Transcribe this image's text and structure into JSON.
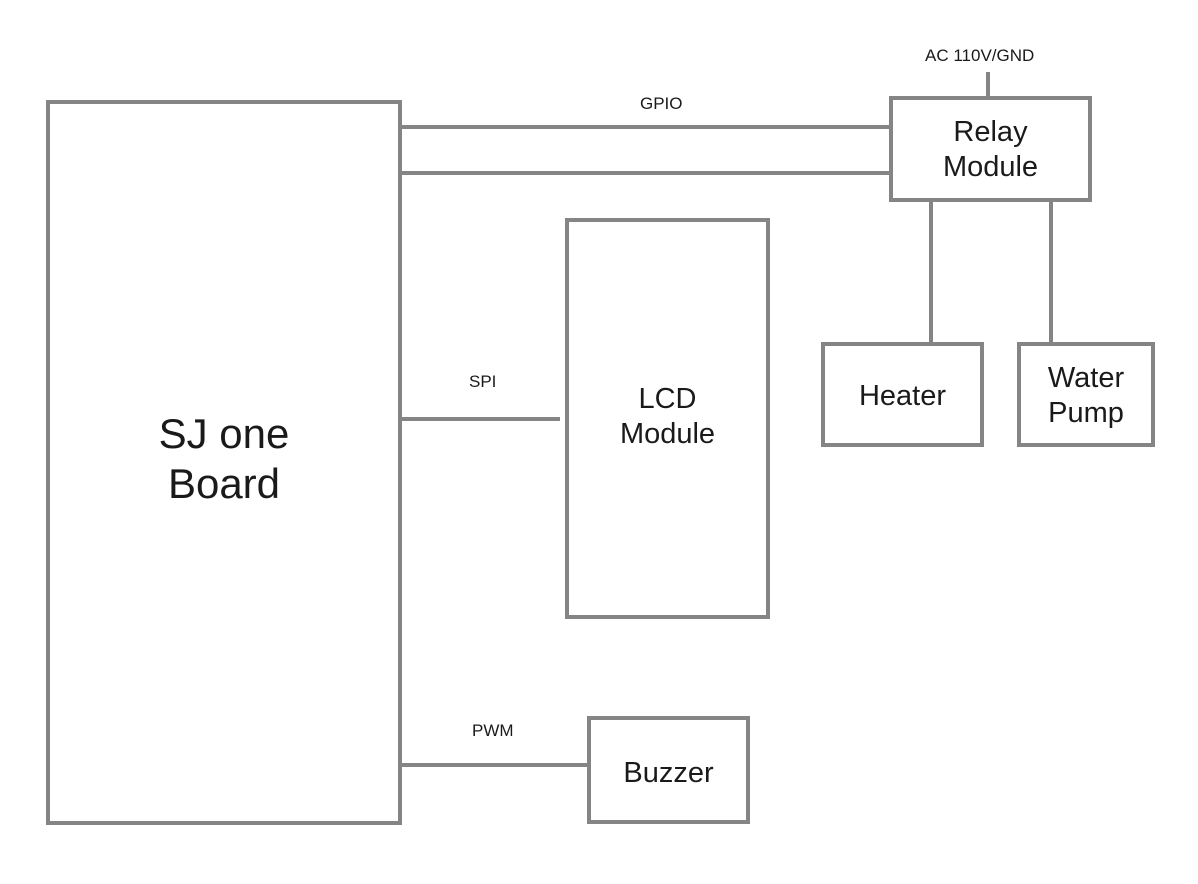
{
  "diagram": {
    "blocks": {
      "sjone": "SJ one\nBoard",
      "relay": "Relay\nModule",
      "lcd": "LCD\nModule",
      "heater": "Heater",
      "pump": "Water\nPump",
      "buzzer": "Buzzer"
    },
    "connections": {
      "gpio": "GPIO",
      "spi": "SPI",
      "pwm": "PWM",
      "ac": "AC 110V/GND"
    },
    "colors": {
      "stroke": "#858585",
      "text": "#1a1a1a",
      "background": "#ffffff"
    }
  }
}
